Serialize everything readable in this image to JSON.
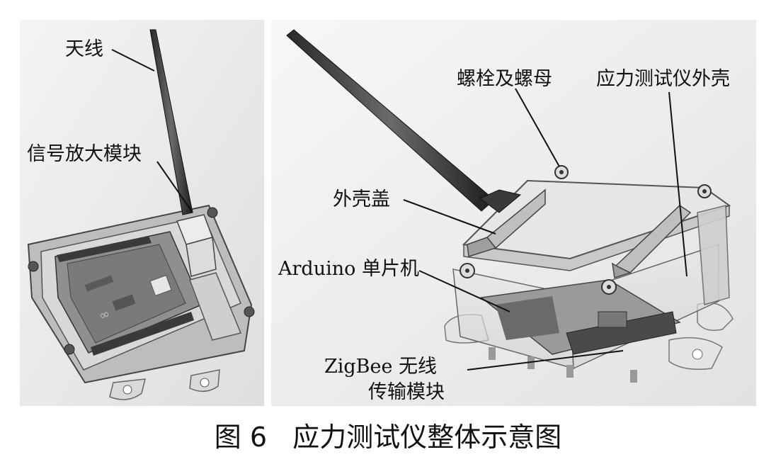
{
  "labels": {
    "antenna": "天线",
    "amplifier": "信号放大模块",
    "bolts": "螺栓及螺母",
    "housing": "应力测试仪外壳",
    "cover": "外壳盖",
    "arduino": "Arduino 单片机",
    "zigbee_line1": "ZigBee 无线",
    "zigbee_line2": "传输模块"
  },
  "caption": "图 6   应力测试仪整体示意图"
}
